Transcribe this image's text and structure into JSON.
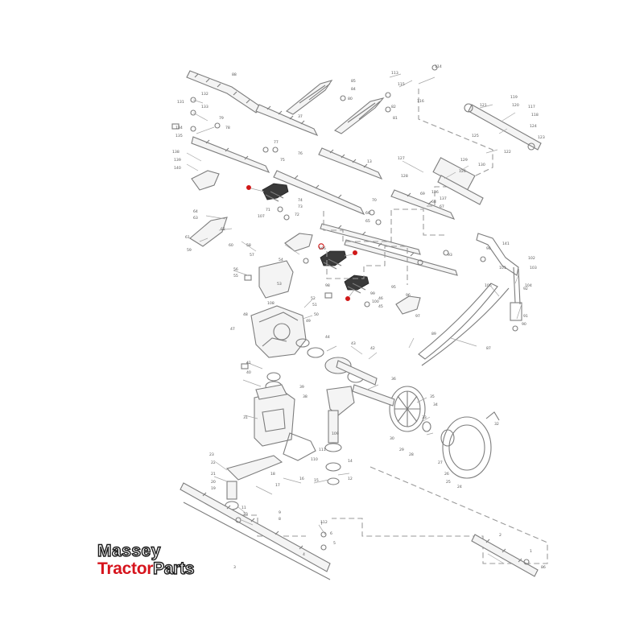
{
  "brand": {
    "line1": "Massey",
    "line2_red": "Tractor",
    "line2_outline": "Parts"
  },
  "colors": {
    "highlight": "#d01818",
    "line": "#7d7d7d",
    "background": "#ffffff"
  },
  "callouts": {
    "n1": "113",
    "n2": "114",
    "n3": "115",
    "n4": "116",
    "n5": "117",
    "n6": "118",
    "n7": "119",
    "n8": "120",
    "n9": "121",
    "n10": "122",
    "n11": "123",
    "n12": "124",
    "n13": "125",
    "n14": "126",
    "n15": "127",
    "n16": "128",
    "n17": "129",
    "n18": "130",
    "n19": "131",
    "n20": "132",
    "n21": "133",
    "n22": "134",
    "n23": "135",
    "n24": "138",
    "n25": "139",
    "n26": "140",
    "n27": "101",
    "n28": "102",
    "n29": "103",
    "n30": "104",
    "n31": "105",
    "n32": "88",
    "n33": "85",
    "n34": "84",
    "n35": "82",
    "n36": "81",
    "n37": "80",
    "n38": "79",
    "n39": "78",
    "n40": "77",
    "n41": "76",
    "n42": "75",
    "n43": "74",
    "n44": "73",
    "n45": "72",
    "n46": "71",
    "n47": "70",
    "n48": "69",
    "n49": "68",
    "n50": "67",
    "n51": "66",
    "n52": "65",
    "n53": "64",
    "n54": "63",
    "n55": "62",
    "n56": "61",
    "n57": "60",
    "n58": "59",
    "n59": "58",
    "n60": "57",
    "n61": "56",
    "n62": "55",
    "n63": "54",
    "n64": "53",
    "n65": "52",
    "n66": "51",
    "n67": "50",
    "n68": "49",
    "n69": "48",
    "n70": "47",
    "n71": "46",
    "n72": "45",
    "n73": "44",
    "n74": "43",
    "n75": "42",
    "n76": "41",
    "n77": "40",
    "n78": "39",
    "n79": "38",
    "n80": "37",
    "n81": "36",
    "n82": "35",
    "n83": "34",
    "n84": "33",
    "n85": "32",
    "n86": "31",
    "n87": "30",
    "n88": "29",
    "n89": "28",
    "n90": "27",
    "n91": "26",
    "n92": "25",
    "n93": "24",
    "n94": "23",
    "n95": "22",
    "n96": "21",
    "n97": "20",
    "n98": "19",
    "n99": "18",
    "n100": "17",
    "n101": "16",
    "n102": "15",
    "n103": "14",
    "n104": "13",
    "n105": "12",
    "n106": "11",
    "n107": "10",
    "n108": "9",
    "n109": "8",
    "n110": "7",
    "n111": "6",
    "n112": "5",
    "n113": "4",
    "n114": "3",
    "n115": "2",
    "n116": "1",
    "n117": "86",
    "n118": "87",
    "n119": "89",
    "n120": "90",
    "n121": "91",
    "n122": "92",
    "n123": "93",
    "n124": "94",
    "n125": "95",
    "n126": "96",
    "n127": "97",
    "n128": "98",
    "n129": "99",
    "n130": "100",
    "n131": "106",
    "n132": "107",
    "n133": "108",
    "n134": "109",
    "n135": "110",
    "n136": "111",
    "n137": "112",
    "n138": "136",
    "n139": "137",
    "n140": "141"
  }
}
